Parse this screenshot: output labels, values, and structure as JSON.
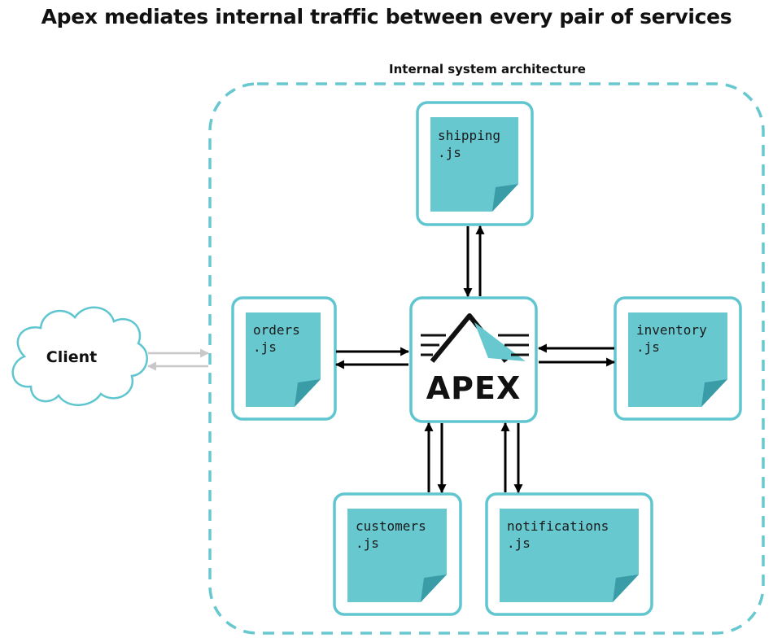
{
  "title": "Apex mediates internal traffic between every pair of services",
  "boundary_label": "Internal system architecture",
  "client_label": "Client",
  "hub_label": "APEX",
  "services": [
    {
      "name": "shipping",
      "ext": ".js"
    },
    {
      "name": "orders",
      "ext": ".js"
    },
    {
      "name": "inventory",
      "ext": ".js"
    },
    {
      "name": "customers",
      "ext": ".js"
    },
    {
      "name": "notifications",
      "ext": ".js"
    }
  ],
  "colors": {
    "accent": "#5fc6d0",
    "file_fill": "#67c8d0",
    "file_fold": "#3a9ca6",
    "dashed_border": "#67c8d0",
    "client_arrows": "#c8c8c8",
    "arrows": "#000000"
  },
  "icons": [
    "cloud-icon",
    "apex-logo",
    "file-icon"
  ]
}
